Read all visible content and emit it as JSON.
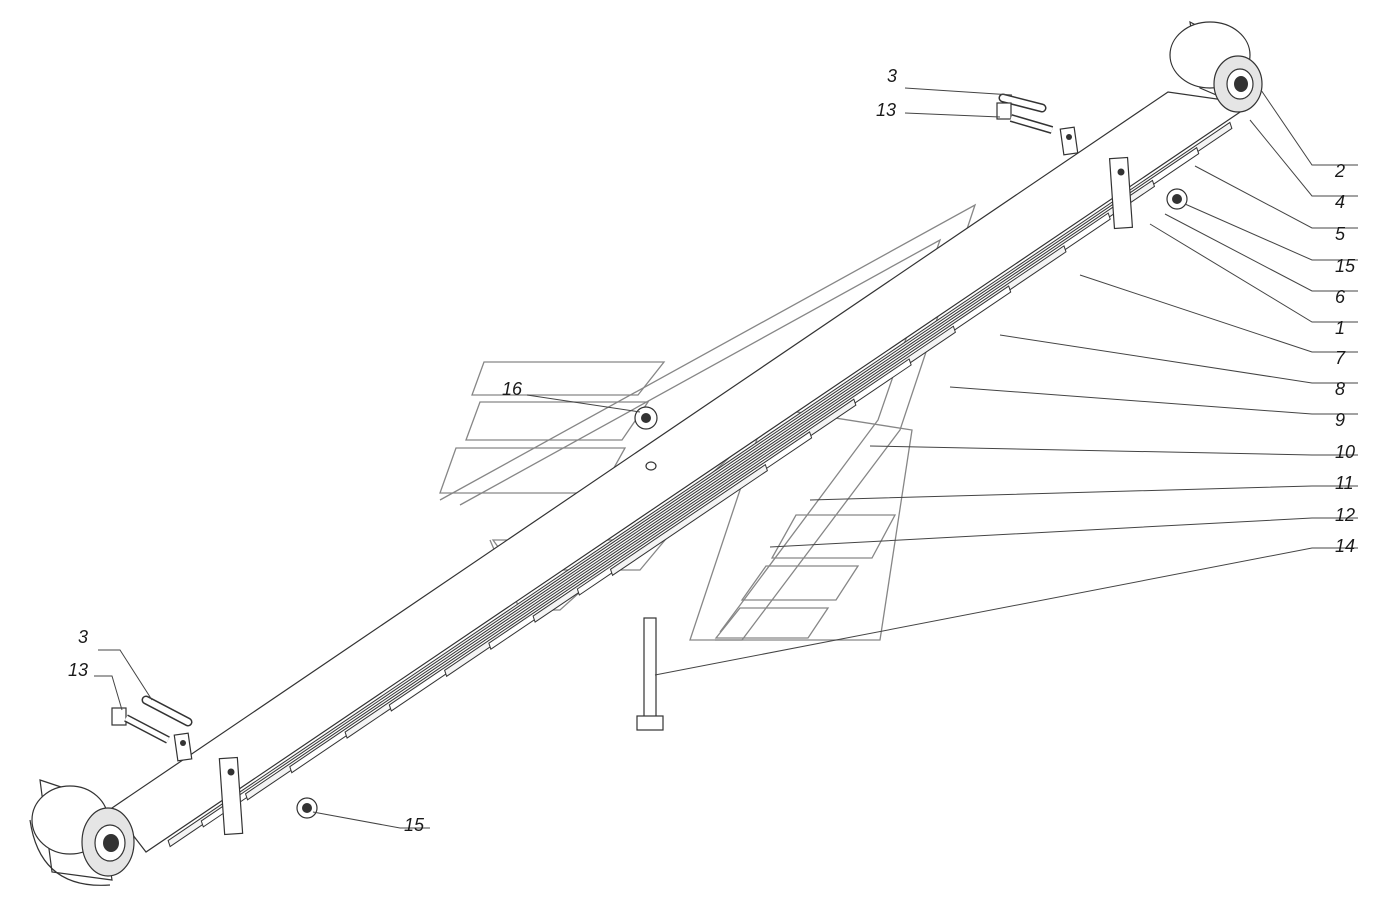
{
  "callouts": {
    "top_3": "3",
    "top_13": "13",
    "n2": "2",
    "n4": "4",
    "n5": "5",
    "n15_right": "15",
    "n6": "6",
    "n1": "1",
    "n7": "7",
    "n8": "8",
    "n9": "9",
    "n10": "10",
    "n11": "11",
    "n12": "12",
    "n14": "14",
    "n16": "16",
    "bottom_3": "3",
    "bottom_13": "13",
    "bottom_15": "15"
  },
  "colors": {
    "line": "#333333",
    "leaf_fill": "#ffffff",
    "shade": "#d9d9d9",
    "watermark": "#7a7a7a"
  }
}
